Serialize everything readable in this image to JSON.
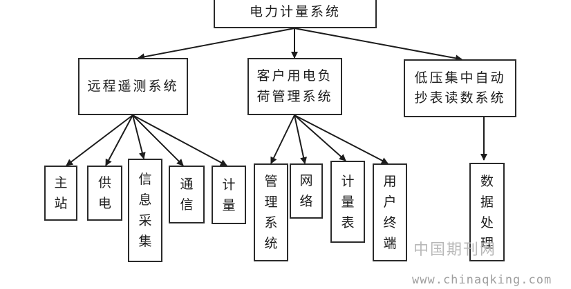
{
  "root": {
    "label": "电力计量系统"
  },
  "level1": [
    {
      "id": "remote",
      "lines": [
        "远程遥测系统"
      ]
    },
    {
      "id": "customer",
      "lines": [
        "客户用电负",
        "荷管理系统"
      ]
    },
    {
      "id": "lowvoltage",
      "lines": [
        "低压集中自动",
        "抄表读数系统"
      ]
    }
  ],
  "leaves": {
    "remote": [
      "主站",
      "供电",
      "信息采集",
      "通信",
      "计量"
    ],
    "customer": [
      "管理系统",
      "网络",
      "计量表",
      "用户终端"
    ],
    "lowvoltage": [
      "数据处理"
    ]
  },
  "watermark": {
    "text": "中国期刊网",
    "url": "www.chinaqking.com"
  }
}
